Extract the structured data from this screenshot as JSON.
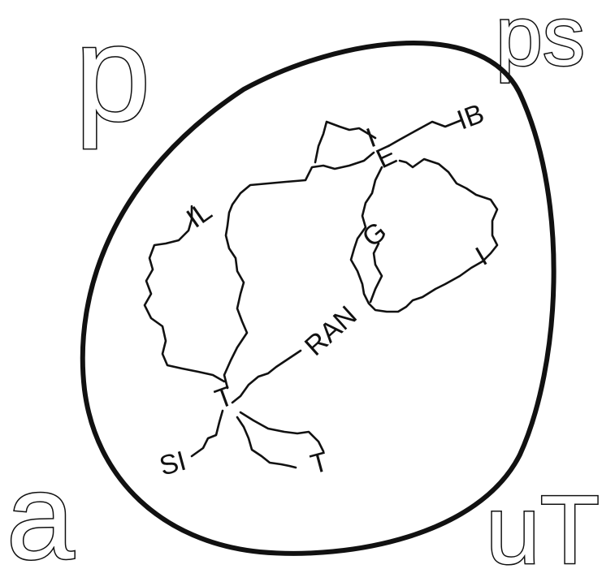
{
  "corners": {
    "top_left": "p",
    "top_right": "ps",
    "bottom_left": "a",
    "bottom_right": "uT"
  },
  "labels": {
    "ib": "IB",
    "i_top": "I",
    "e": "E",
    "il": "IL",
    "g": "G",
    "i_right": "I",
    "ran": "RAN",
    "t_center": "T",
    "si": "SI",
    "t_bottom": "T"
  },
  "colors": {
    "ink": "#111111",
    "background": "#ffffff"
  }
}
